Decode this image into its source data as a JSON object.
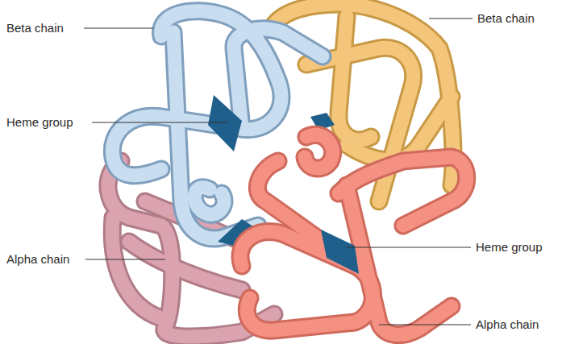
{
  "diagram": {
    "labels": [
      "Beta chain",
      "Beta chain",
      "Heme group",
      "Heme group",
      "Alpha chain",
      "Alpha chain"
    ]
  }
}
